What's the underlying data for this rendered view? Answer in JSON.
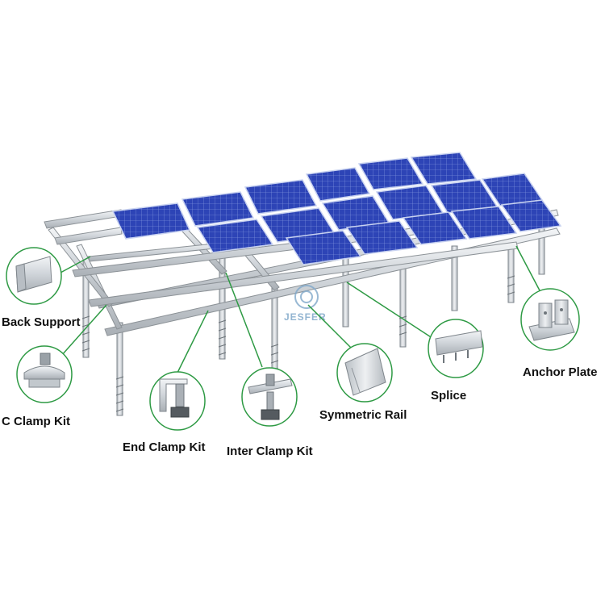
{
  "colors": {
    "accent_line": "#2e9a44",
    "panel_cell": "#2f46b8",
    "panel_grid": "#9fb2ea",
    "frame_metal": "#d2d6da",
    "frame_edge": "#8c9297",
    "label_text": "#111111"
  },
  "watermark": {
    "text": "JESFER"
  },
  "labels": {
    "back_support": "Back Support",
    "c_clamp_kit": "C Clamp Kit",
    "end_clamp_kit": "End Clamp Kit",
    "inter_clamp_kit": "Inter Clamp Kit",
    "symmetric_rail": "Symmetric Rail",
    "splice": "Splice",
    "anchor_plate": "Anchor Plate"
  },
  "components": [
    {
      "id": "back-support",
      "icon": "back-support-icon"
    },
    {
      "id": "c-clamp-kit",
      "icon": "c-clamp-icon"
    },
    {
      "id": "end-clamp-kit",
      "icon": "end-clamp-icon"
    },
    {
      "id": "inter-clamp-kit",
      "icon": "inter-clamp-icon"
    },
    {
      "id": "symmetric-rail",
      "icon": "symmetric-rail-icon"
    },
    {
      "id": "splice",
      "icon": "splice-icon"
    },
    {
      "id": "anchor-plate",
      "icon": "anchor-plate-icon"
    }
  ]
}
